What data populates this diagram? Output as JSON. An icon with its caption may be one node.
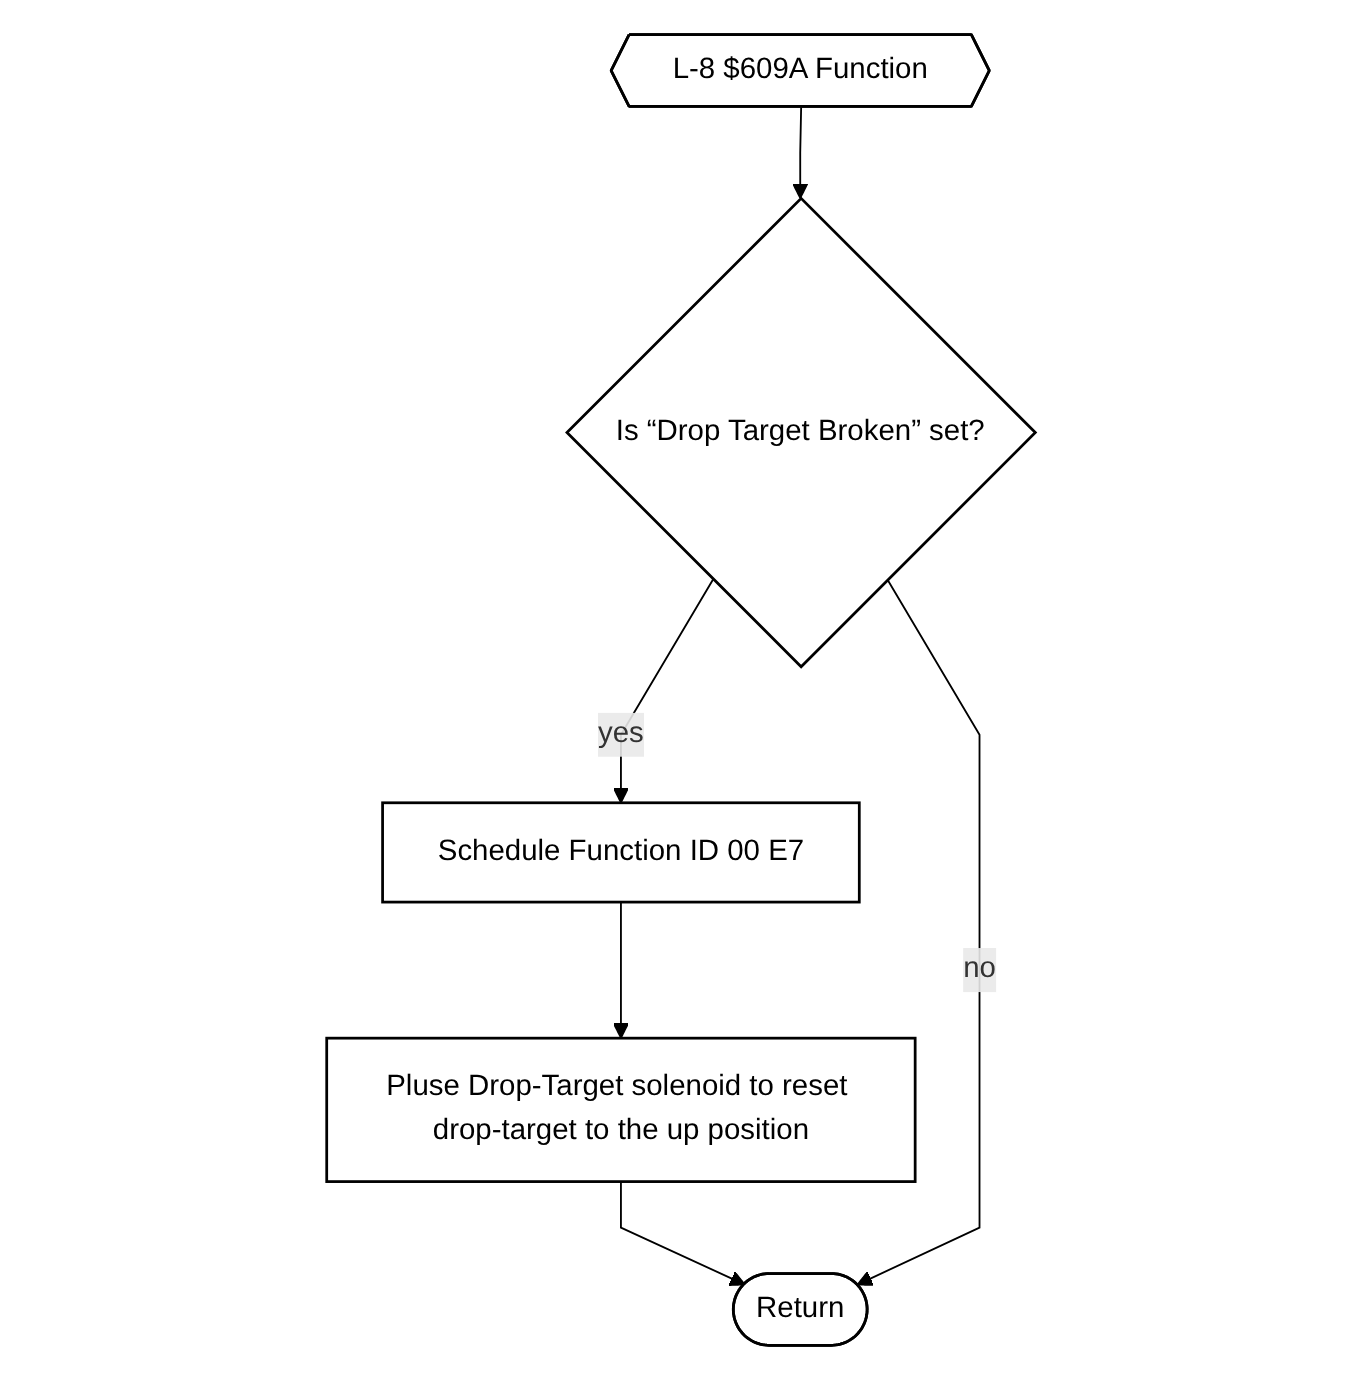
{
  "diagram": {
    "nodes": [
      {
        "text": [
          "L-8 $609A Function"
        ]
      },
      {
        "text": [
          "Is “Drop Target Broken” set?"
        ]
      },
      {
        "text": [
          "Schedule Function ID 00 E7"
        ]
      },
      {
        "text": [
          "Pluse Drop-Target solenoid to reset drop-target to the up position"
        ]
      },
      {
        "text": [
          "Return"
        ]
      }
    ],
    "edges": [
      {
        "from": 0,
        "to": 1,
        "arrow": "to"
      },
      {
        "from": 1,
        "to": 2,
        "arrow": "to",
        "label": "yes"
      },
      {
        "from": 2,
        "to": 3,
        "arrow": "to"
      },
      {
        "from": 3,
        "to": 4,
        "arrow": "to"
      },
      {
        "from": 1,
        "to": 4,
        "arrow": "to",
        "label": "no"
      }
    ]
  }
}
